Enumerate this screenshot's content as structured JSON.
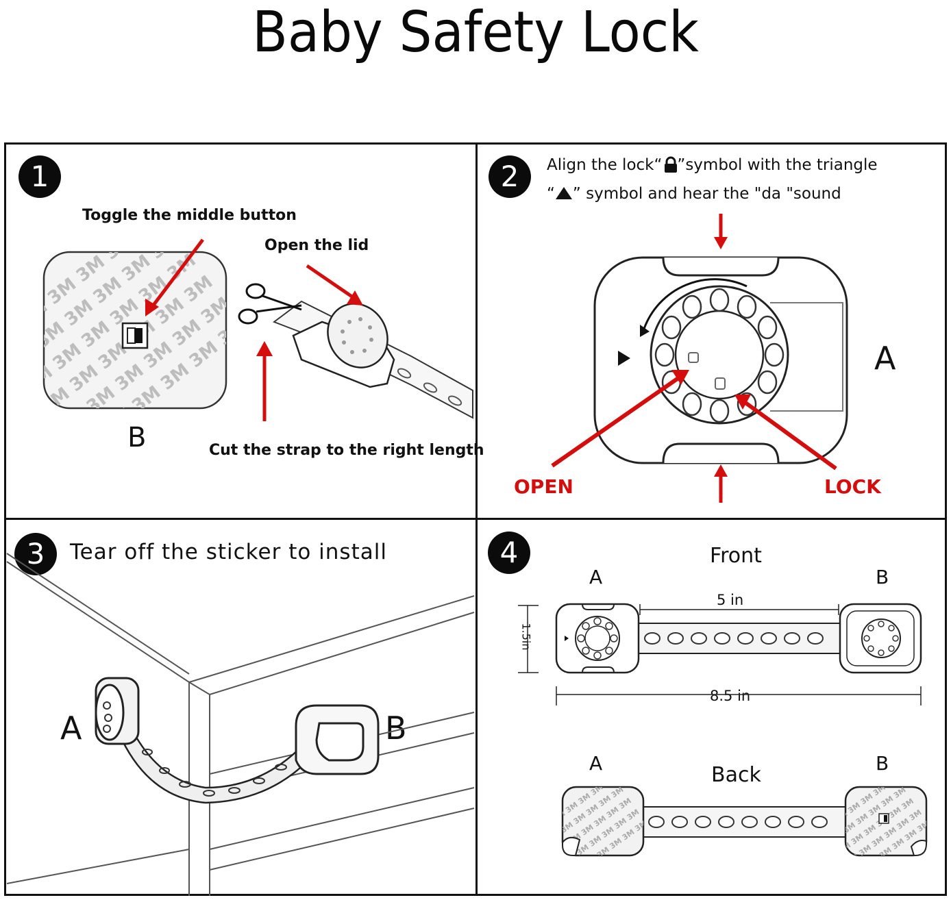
{
  "title": "Baby Safety Lock",
  "steps": [
    {
      "number": "1",
      "labels": {
        "toggle": "Toggle the middle button",
        "open_lid": "Open the lid",
        "cut": "Cut the strap to the right length",
        "part": "B"
      },
      "sticker_text": "3M"
    },
    {
      "number": "2",
      "instruction_line1": "Align the lock“ ”symbol with the triangle",
      "instruction_line1_pre": "Align the lock“",
      "instruction_line1_post": "”symbol with the triangle",
      "instruction_line2_pre": "“",
      "instruction_line2_post": "” symbol and hear the \"da \"sound",
      "open_label": "OPEN",
      "lock_label": "LOCK",
      "part": "A"
    },
    {
      "number": "3",
      "instruction": "Tear off the sticker to install",
      "part_a": "A",
      "part_b": "B"
    },
    {
      "number": "4",
      "front_label": "Front",
      "back_label": "Back",
      "part_a": "A",
      "part_b": "B",
      "dim_strap": "5 in",
      "dim_total": "8.5 in",
      "dim_height": "1.5in"
    }
  ],
  "colors": {
    "accent_red": "#d60d0d",
    "ink": "#111111"
  },
  "icons": [
    "lock-icon",
    "triangle-icon",
    "scissors-icon",
    "arrow-icon"
  ]
}
